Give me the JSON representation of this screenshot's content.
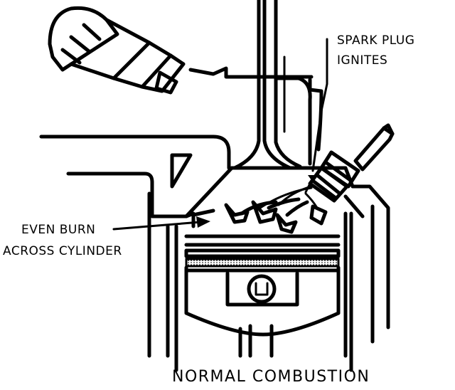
{
  "labels": {
    "spark_plug_line1": "SPARK PLUG",
    "spark_plug_line2": "IGNITES",
    "even_burn_line1": "EVEN BURN",
    "even_burn_line2": "ACROSS CYLINDER",
    "caption": "NORMAL COMBUSTION"
  },
  "colors": {
    "ink": "#000000",
    "paper": "#ffffff"
  }
}
